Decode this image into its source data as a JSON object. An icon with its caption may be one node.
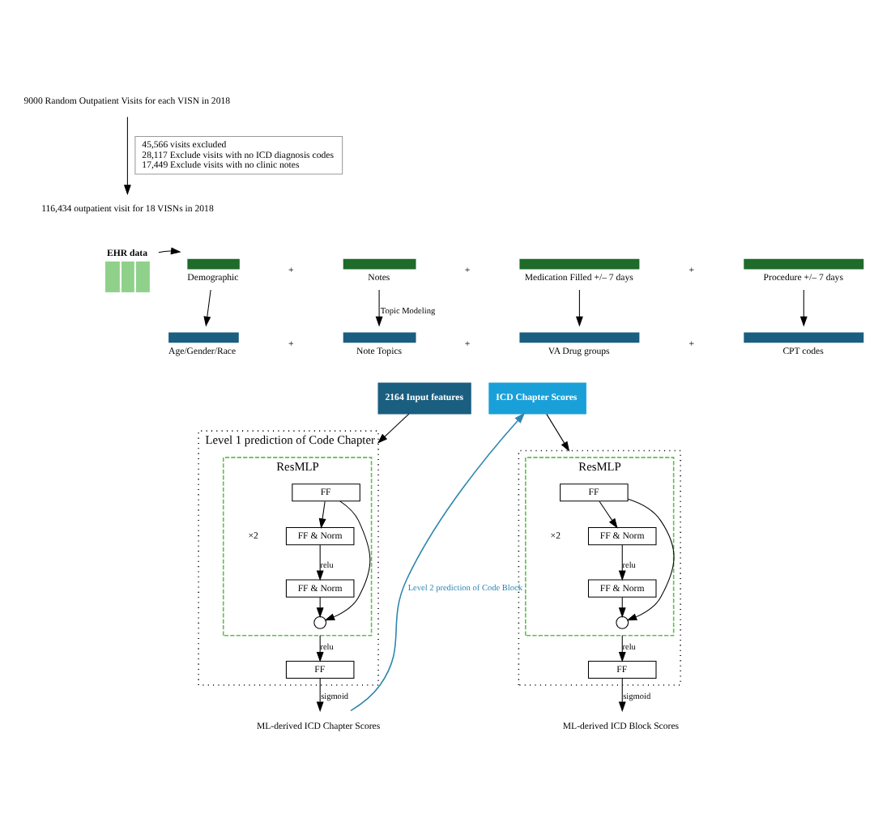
{
  "diagram": {
    "nodes": [
      {
        "text": [
          "9000 Random Outpatient Visits for each VISN in 2018"
        ]
      },
      {
        "text": [
          "45,566 visits excluded",
          "28,117 Exclude visits with no ICD diagnosis codes",
          "17,449 Exclude visits with no clinic notes"
        ]
      },
      {
        "text": [
          "116,434 outpatient visit for 18 VISNs in 2018"
        ]
      },
      {
        "text": [
          "EHR data"
        ]
      },
      {
        "text": [
          "Demographic"
        ]
      },
      {
        "text": [
          "Notes"
        ]
      },
      {
        "text": [
          "Medication Filled +/– 7 days"
        ]
      },
      {
        "text": [
          "Procedure +/– 7 days"
        ]
      },
      {
        "text": [
          "Age/Gender/Race"
        ]
      },
      {
        "text": [
          "Note Topics"
        ]
      },
      {
        "text": [
          "VA Drug groups"
        ]
      },
      {
        "text": [
          "CPT codes"
        ]
      },
      {
        "text": [
          "2164 Input features"
        ]
      },
      {
        "text": [
          "ICD Chapter Scores"
        ]
      },
      {
        "text": [
          "Level 1 prediction of Code Chapter"
        ]
      },
      {
        "text": [
          "ResMLP"
        ],
        "in": 14
      },
      {
        "text": [
          "FF"
        ],
        "in": 15
      },
      {
        "text": [
          "FF & Norm"
        ],
        "in": 15
      },
      {
        "text": [
          "FF & Norm"
        ],
        "in": 15
      },
      {
        "text": [],
        "shape": "circle",
        "in": 15
      },
      {
        "text": [
          "FF"
        ],
        "in": 14
      },
      {
        "text": [
          "ML-derived ICD Chapter Scores"
        ]
      },
      {
        "text": [],
        "shape": "box"
      },
      {
        "text": [
          "ResMLP"
        ],
        "in": 22
      },
      {
        "text": [
          "FF"
        ],
        "in": 23
      },
      {
        "text": [
          "FF & Norm"
        ],
        "in": 23
      },
      {
        "text": [
          "FF & Norm"
        ],
        "in": 23
      },
      {
        "text": [],
        "shape": "circle",
        "in": 23
      },
      {
        "text": [
          "FF"
        ],
        "in": 22
      },
      {
        "text": [
          "ML-derived ICD Block Scores"
        ]
      }
    ],
    "edges": [
      {
        "from": 0,
        "to": 2,
        "arrow": "to"
      },
      {
        "from": 3,
        "to": 4,
        "arrow": "to"
      },
      {
        "from": 4,
        "to": 8,
        "arrow": "to"
      },
      {
        "from": 5,
        "to": 9,
        "arrow": "to",
        "label": "Topic Modeling"
      },
      {
        "from": 6,
        "to": 10,
        "arrow": "to"
      },
      {
        "from": 7,
        "to": 11,
        "arrow": "to"
      },
      {
        "from": 12,
        "to": 14,
        "arrow": "to"
      },
      {
        "from": 13,
        "to": 22,
        "arrow": "to"
      },
      {
        "from": 16,
        "to": 17,
        "arrow": "to"
      },
      {
        "from": 17,
        "to": 18,
        "arrow": "to",
        "label": "relu"
      },
      {
        "from": 18,
        "to": 19,
        "arrow": "to"
      },
      {
        "from": 16,
        "to": 19,
        "arrow": "to"
      },
      {
        "from": 15,
        "to": 20,
        "arrow": "to",
        "label": "relu"
      },
      {
        "from": 20,
        "to": 21,
        "arrow": "to",
        "label": "sigmoid"
      },
      {
        "from": 21,
        "to": 13,
        "arrow": "to",
        "label": "Level 2 prediction of Code Block",
        "color": "#2e86b0"
      },
      {
        "from": 24,
        "to": 25,
        "arrow": "to"
      },
      {
        "from": 25,
        "to": 26,
        "arrow": "to",
        "label": "relu"
      },
      {
        "from": 26,
        "to": 27,
        "arrow": "to"
      },
      {
        "from": 24,
        "to": 27,
        "arrow": "to"
      },
      {
        "from": 23,
        "to": 28,
        "arrow": "to",
        "label": "relu"
      },
      {
        "from": 28,
        "to": 29,
        "arrow": "to",
        "label": "sigmoid"
      }
    ],
    "labels": [
      "+",
      "+",
      "+",
      "+",
      "+",
      "+",
      "×2",
      "×2"
    ]
  }
}
